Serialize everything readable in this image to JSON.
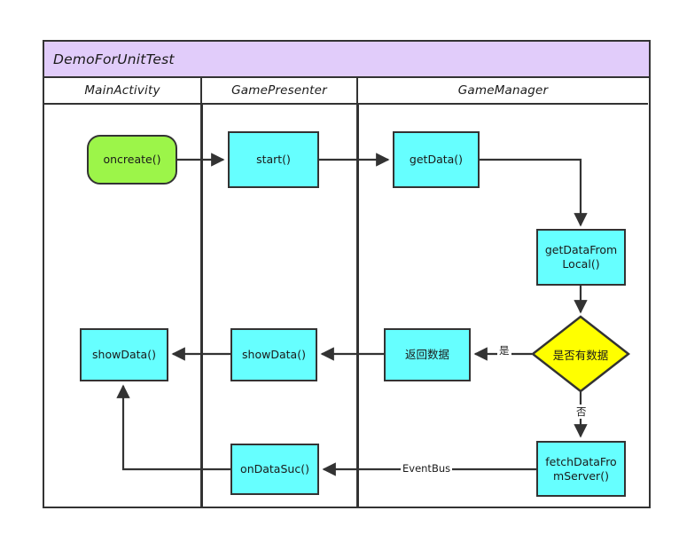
{
  "diagram": {
    "title": "DemoForUnitTest",
    "type": "swimlane-flowchart",
    "colors": {
      "title_bar": "#E1CCFA",
      "lane_mainactivity": "#CCE0FA",
      "lane_gamepresenter": "#FF9ECB",
      "lane_gamemanager": "#CCFF99",
      "process_node": "#66FFFF",
      "terminator_node": "#9CF549",
      "decision_node": "#FFFF00",
      "stroke": "#333333",
      "canvas": "#FFFFFF"
    }
  },
  "lanes": [
    {
      "id": "mainactivity",
      "label": "MainActivity"
    },
    {
      "id": "gamepresenter",
      "label": "GamePresenter"
    },
    {
      "id": "gamemanager",
      "label": "GameManager"
    }
  ],
  "nodes": {
    "oncreate": {
      "label": "oncreate()",
      "shape": "terminator",
      "lane": "mainactivity"
    },
    "start": {
      "label": "start()",
      "shape": "process",
      "lane": "gamepresenter"
    },
    "get_data": {
      "label": "getData()",
      "shape": "process",
      "lane": "gamemanager"
    },
    "get_data_from_local": {
      "label": "getDataFromLocal()",
      "shape": "process",
      "lane": "gamemanager"
    },
    "has_data_decision": {
      "label": "是否有数据",
      "shape": "decision",
      "lane": "gamemanager"
    },
    "return_data": {
      "label": "返回数据",
      "shape": "process",
      "lane": "gamemanager"
    },
    "show_data_presenter": {
      "label": "showData()",
      "shape": "process",
      "lane": "gamepresenter"
    },
    "show_data_activity": {
      "label": "showData()",
      "shape": "process",
      "lane": "mainactivity"
    },
    "on_data_suc": {
      "label": "onDataSuc()",
      "shape": "process",
      "lane": "gamepresenter"
    },
    "fetch_data_from_server": {
      "label": "fetchDataFromServer()",
      "shape": "process",
      "lane": "gamemanager"
    }
  },
  "node_lines": {
    "get_data_from_local": [
      "getDataFrom",
      "Local()"
    ],
    "fetch_data_from_server": [
      "fetchDataFro",
      "mServer()"
    ]
  },
  "edge_labels": {
    "yes": "是",
    "no": "否",
    "eventbus": "EventBus"
  }
}
